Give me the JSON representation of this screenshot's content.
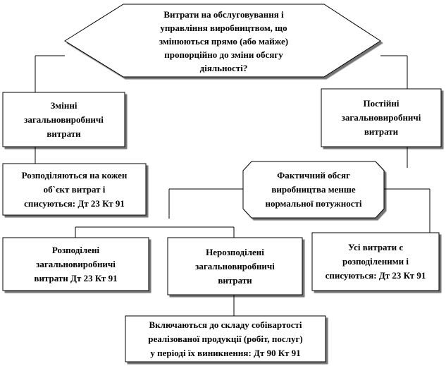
{
  "diagram": {
    "decision_top": "Витрати на обслуговування і\nуправління виробництвом, що\nзмінюються прямо (або майже)\nпропорційно до зміни обсягу\nдіяльності?",
    "variable_costs": "Змінні\nзагальновиробничі\nвитрати",
    "fixed_costs": "Постійні\nзагальновиробничі\nвитрати",
    "variable_allocated": "Розподіляються на кожен\nоб`єкт витрат і\nсписуються: Дт 23 Кт 91",
    "decision_capacity": "Фактичний обсяг\nвиробництва менше\nнормальної потужності",
    "allocated_costs": "Розподілені\nзагальновиробничі\nвитрати Дт 23 Кт 91",
    "unallocated_costs": "Нерозподілені\nзагальновиробничі\nвитрати",
    "all_allocated": "Усі витрати є\nрозподіленими і\nсписуються: Дт 23 Кт 91",
    "included_cost": "Включаються до складу собівартості\nреалізованої продукції (робіт, послуг)\nу періоді їх виникнення: Дт 90 Кт 91"
  }
}
